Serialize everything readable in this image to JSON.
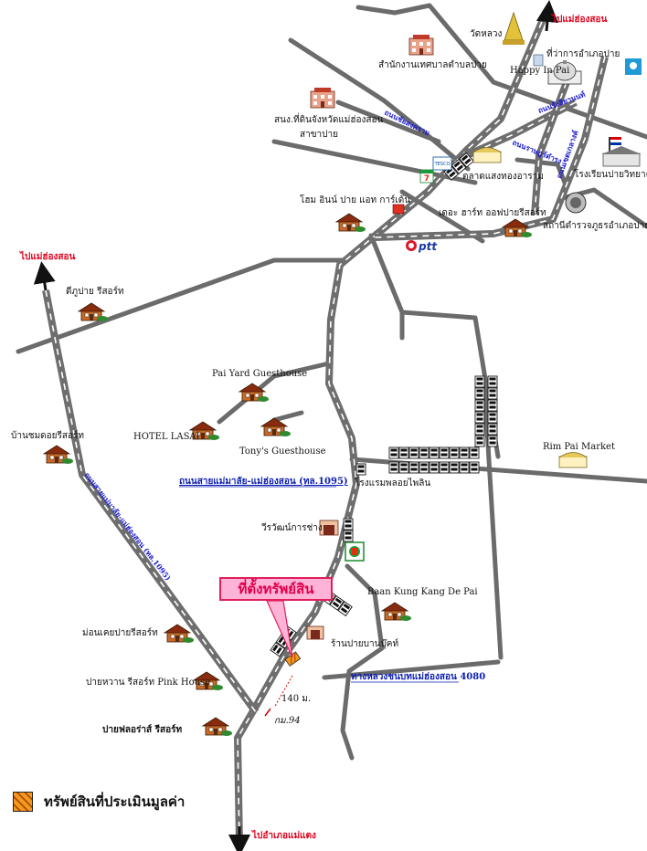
{
  "places": {
    "wat_luang": "วัดหลวง",
    "to_mae_hong_son_ne": "ไปแม่ฮ่องสอน",
    "district_office": "ที่ว่าการอำเภอปาย",
    "subdistrict_office": "สำนักงานเทศบาลตำบลปาย",
    "happy_in_pai": "Happy In Pai",
    "land_office_line1": "สนง.ที่ดินจังหวัดแม่ฮ่องสอน",
    "land_office_line2": "สาขาปาย",
    "pai_school": "โรงเรียนปายวิทยาคาร",
    "market_saeng_thong": "ตลาดแสงทองอาราม",
    "the_heart_of_pai": "เดอะ ฮาร์ท ออฟปายรีสอร์ท",
    "police_station": "สถานีตำรวจภูธรอำเภอปาย",
    "home_in_pai": "โฮม อินน์ ปาย แอท การ์เด้น",
    "to_mae_hong_son_w": "ไปแม่ฮ่องสอน",
    "dee_pai": "ดีภูปาย รีสอร์ท",
    "pai_yard": "Pai Yard Guesthouse",
    "hotel_lasai": "HOTEL LASAI",
    "tonys": "Tony's Guesthouse",
    "baan_chomdoi": "บ้านชมดอยรีสอร์ท",
    "rim_pai": "Rim Pai Market",
    "road_1095": "ถนนสายแม่มาลัย-แม่ฮ่องสอน (ทล.1095)",
    "hotel_pai_loi": "โรงแรมพลอยไพลิน",
    "wiriya_garage": "วีรวัฒน์การช่าง",
    "baan_kung_kang": "Baan Kung Kang De Pai",
    "pai_ban_shop": "ร้านปายบานบุ๊คท์",
    "road_4080": "ทางหลวงชนบทแม่ฮ่องสอน 4080",
    "muan_koey": "ม่อนเคยปายรีสอร์ท",
    "pai_wan": "ปายหวาน รีสอร์ท Pink House",
    "pai_flora": "ปายฟลอร่าส์ รีสอร์ท",
    "km_94": "กม.94",
    "distance_140": "140 ม.",
    "to_mae_taeng": "ไปอำเภอแม่แตง",
    "road_tha_pai": "ถนนชัยสงคราม",
    "road_rangsiyanon": "ถนนรังสียานนท์",
    "road_ratdamrong": "ถนนราษฎร์ดำรง",
    "road_khetkelang": "ถนนเขตเกลางค์",
    "road_west_hwy": "ถนนสายแม่มาลัย-แม่ฮ่องสอน (ทล.1095)",
    "seven_eleven": "7",
    "ptt": "ptt",
    "tesco": "TESCO"
  },
  "callout": {
    "label": "ที่ตั้งทรัพย์สิน"
  },
  "legend": {
    "label": "ทรัพย์สินที่ประเมินมูลค่า"
  },
  "colors": {
    "accent_red": "#e0001b",
    "road_blue": "#0b1db0",
    "callout_pink": "#ffb3d6",
    "property_orange": "#f39a1e"
  }
}
